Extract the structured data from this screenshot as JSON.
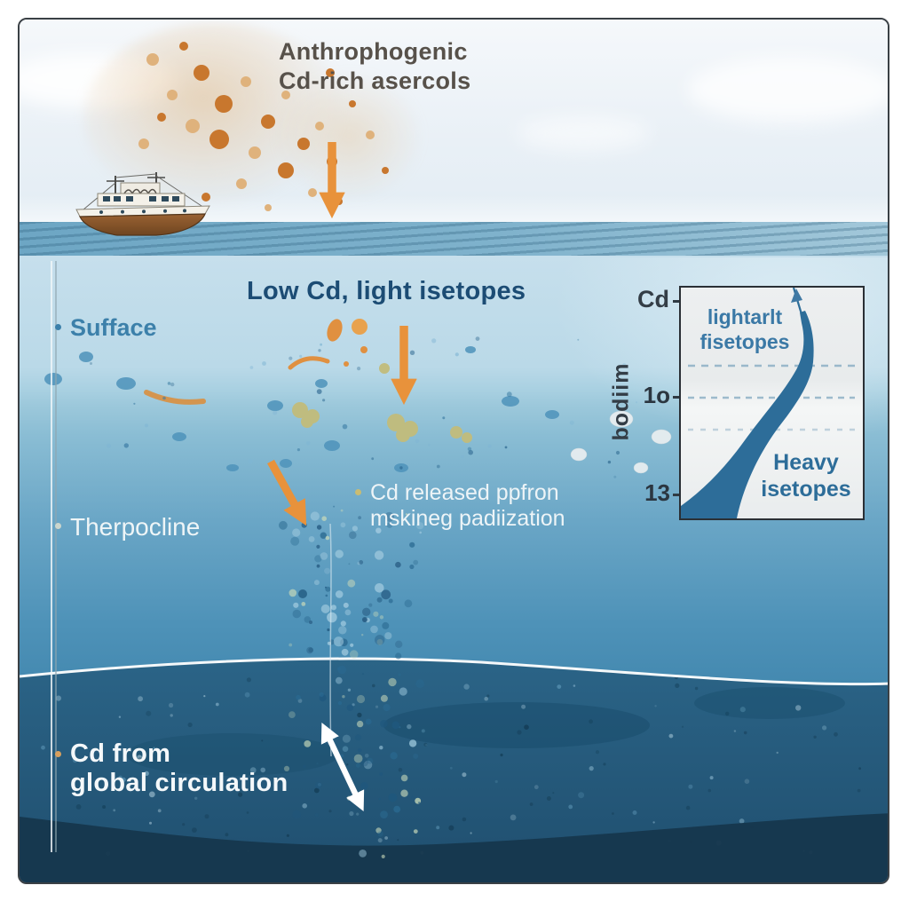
{
  "aerosols": {
    "line1": "Anthrophogenic",
    "line2": "Cd-rich asercols"
  },
  "surface_note": "Low Cd, light isetopes",
  "labels": {
    "surface": "Sufface",
    "thermocline": "Therpocline",
    "deep_line1": "Cd from",
    "deep_line2": "global circulation"
  },
  "release_note": {
    "line1": "Cd released ppfron",
    "line2": "mskineg padiization"
  },
  "inset_chart": {
    "type": "line",
    "x_axis_label": "Cd",
    "y_axis_label": "bodiim",
    "y_tick_labels": [
      "1o",
      "13"
    ],
    "annotation_light_line1": "lightarlt",
    "annotation_light_line2": "fisetopes",
    "annotation_heavy_line1": "Heavy",
    "annotation_heavy_line2": "isetopes",
    "gridlines": "3 horizontal dashed lines",
    "curve_shape": "Cd low at surface, increasing with depth; S-shaped profile with upward arrow at top",
    "curve_color": "#2d6d99"
  },
  "colors": {
    "arrow_orange": "#e8923b",
    "title_navy": "#1c4c74",
    "label_blue": "#3c80aa",
    "white_text": "#f2f7f9",
    "aerosol_orange": "#c8772e",
    "aerosol_tan": "#dfb27c",
    "deep_water": "#2b6487",
    "seafloor": "#16374d"
  }
}
